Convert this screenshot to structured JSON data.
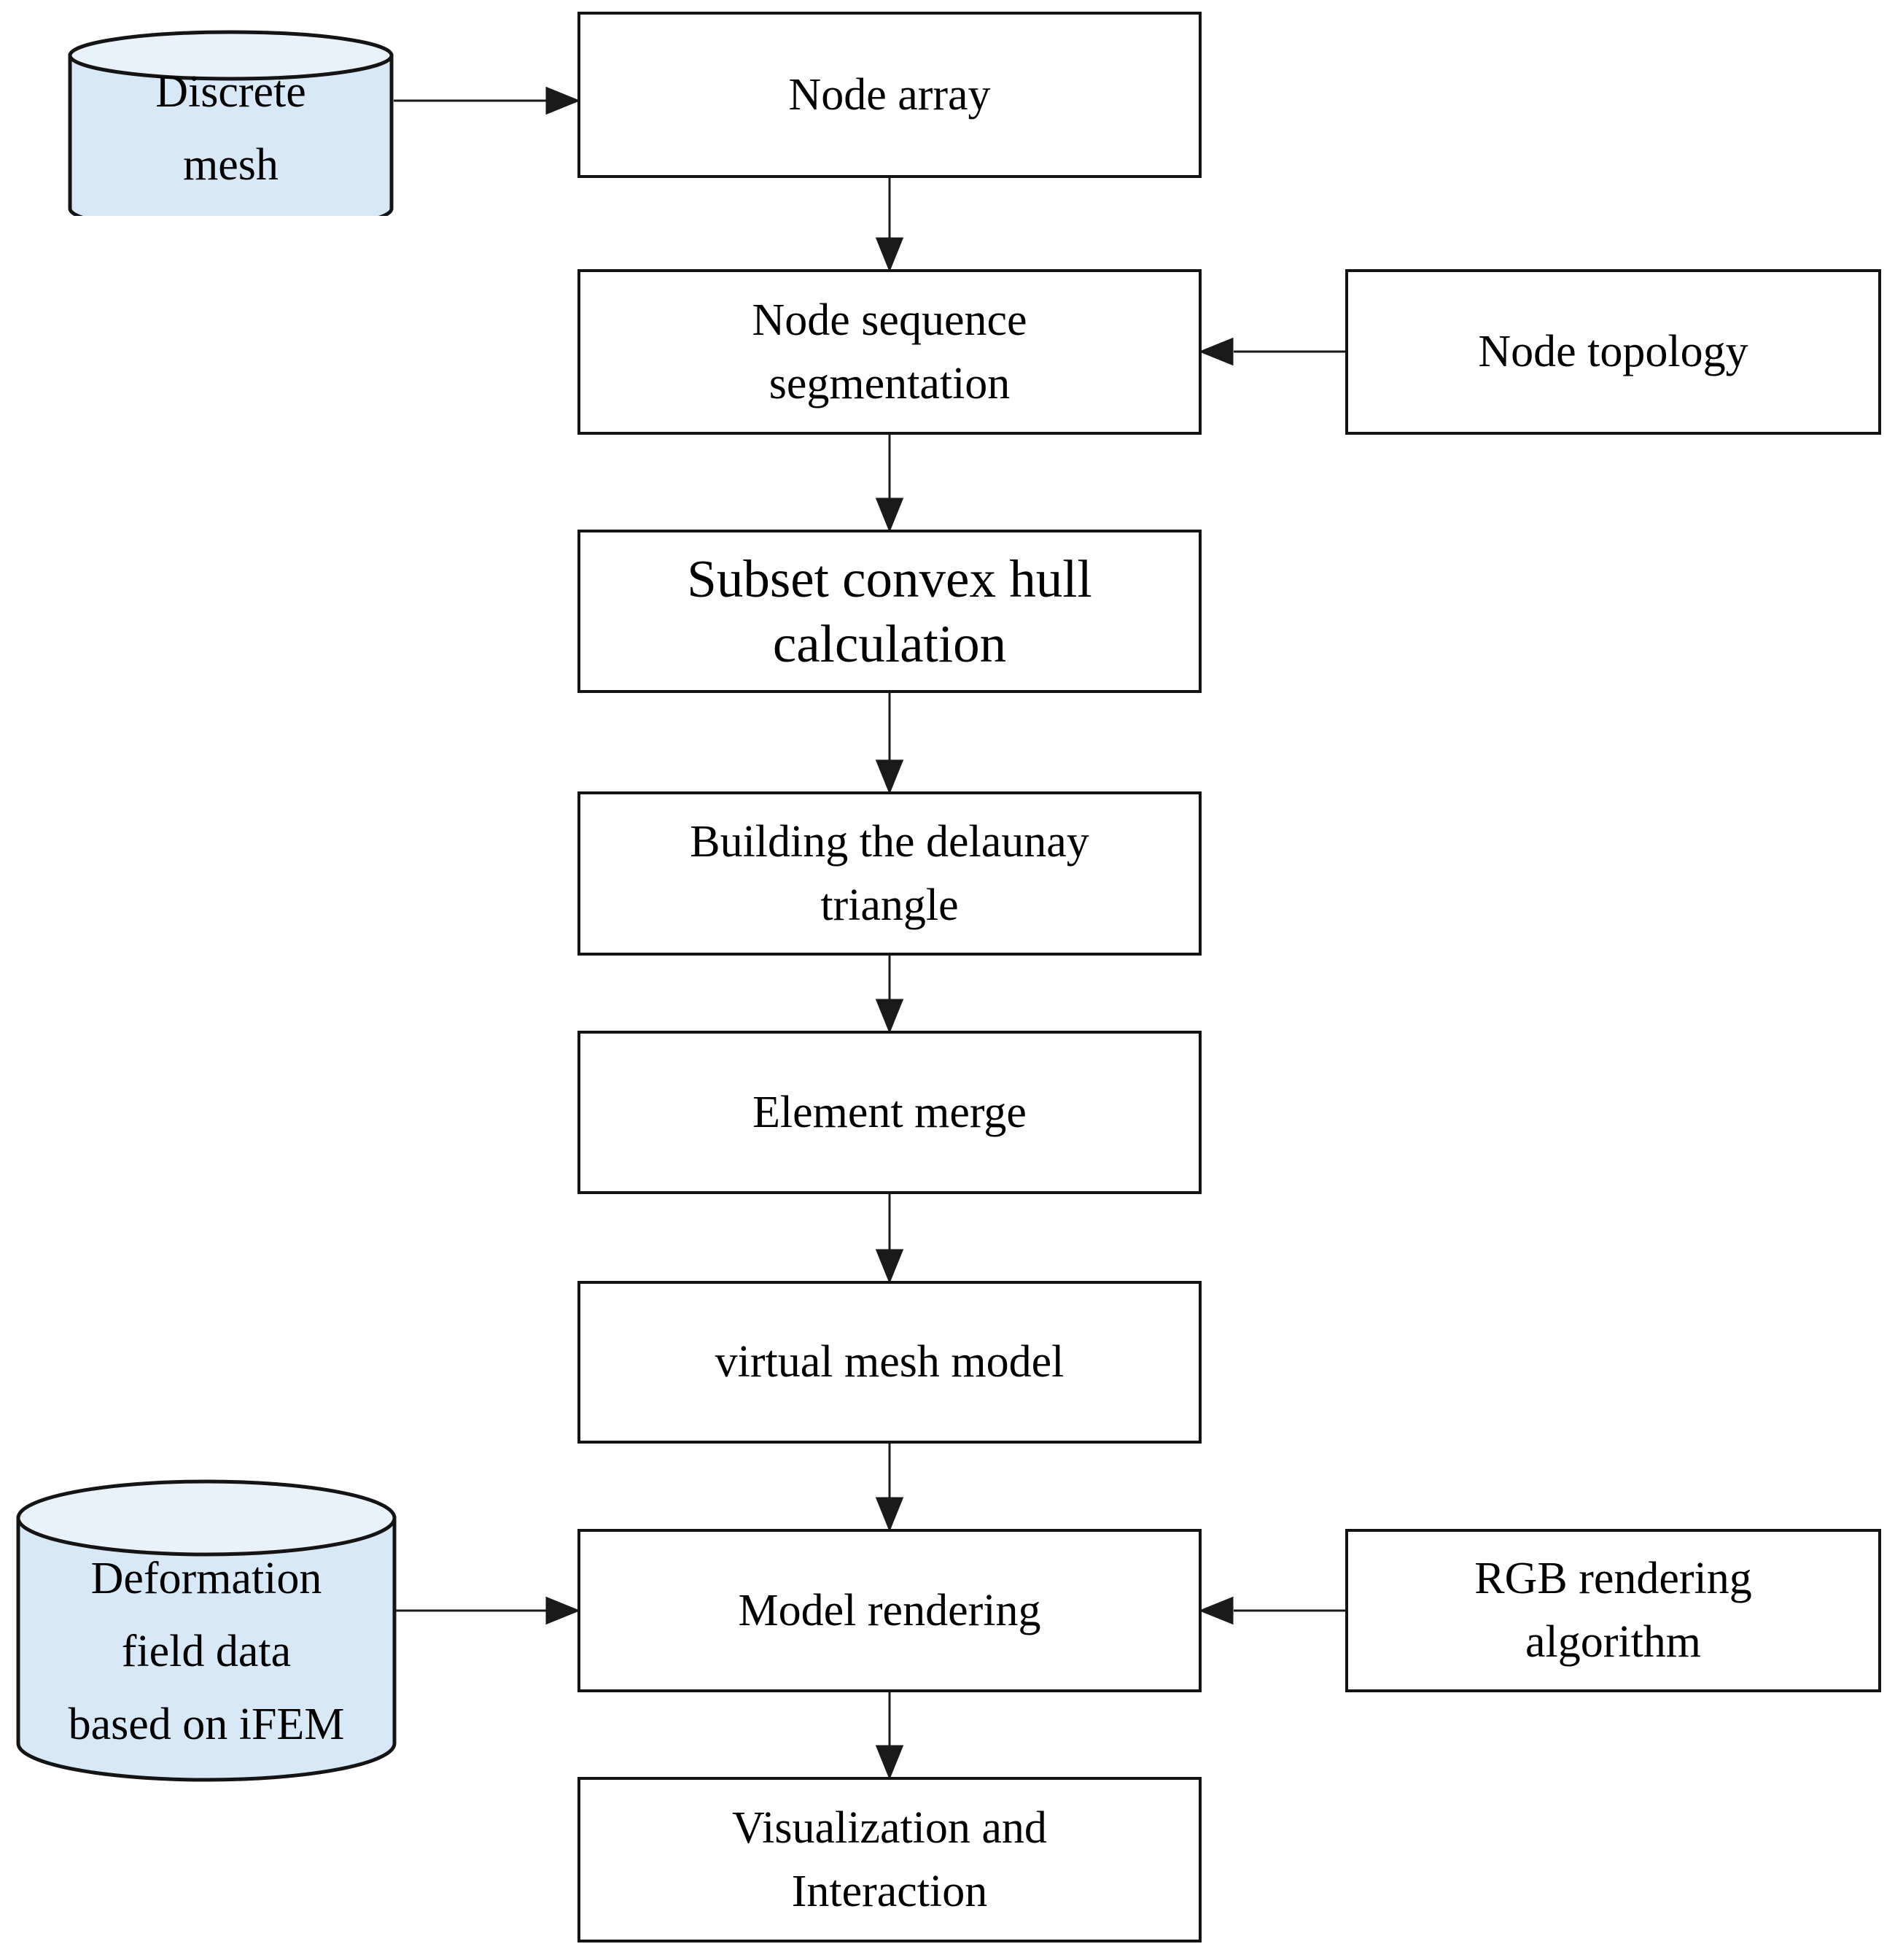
{
  "figure": {
    "type": "flowchart",
    "background": "#ffffff",
    "colors": {
      "box_fill": "#ffffff",
      "border": "#141414",
      "arrow": "#1a1a1a",
      "text": "#000000",
      "cylinder_fill": "#d9e8f7",
      "cylinder_top_fill": "#e9f1fb"
    },
    "nodes": {
      "discrete_mesh": "Discrete\nmesh",
      "node_array": "Node array",
      "node_sequence_segmentation": "Node sequence\nsegmentation",
      "node_topology": "Node topology",
      "subset_convex_hull": "Subset convex hull\ncalculation",
      "building_delaunay": "Building the delaunay\ntriangle",
      "element_merge": "Element merge",
      "virtual_mesh_model": "virtual mesh model",
      "deformation_field": "Deformation\nfield data\nbased on iFEM",
      "model_rendering": "Model rendering",
      "rgb_rendering": "RGB rendering\nalgorithm",
      "visualization": "Visualization and\nInteraction"
    },
    "edges": [
      "discrete_mesh -> node_array",
      "node_array -> node_sequence_segmentation",
      "node_topology -> node_sequence_segmentation",
      "node_sequence_segmentation -> subset_convex_hull",
      "subset_convex_hull -> building_delaunay",
      "building_delaunay -> element_merge",
      "element_merge -> virtual_mesh_model",
      "virtual_mesh_model -> model_rendering",
      "deformation_field -> model_rendering",
      "rgb_rendering -> model_rendering",
      "model_rendering -> visualization"
    ]
  }
}
